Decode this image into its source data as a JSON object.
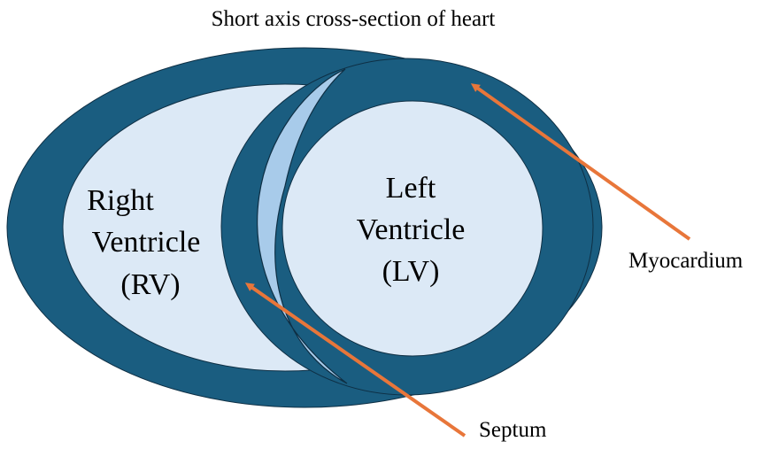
{
  "title": "Short axis cross-section of heart",
  "rv": {
    "lines": [
      "Right",
      "Ventricle",
      "(RV)"
    ]
  },
  "lv": {
    "lines": [
      "Left",
      "Ventricle",
      "(LV)"
    ]
  },
  "annotations": {
    "myocardium": "Myocardium",
    "septum": "Septum"
  },
  "colors": {
    "myocardium": "#1a5d80",
    "chamber": "#dce9f6",
    "septum": "#a8cbea",
    "arrow": "#e8763a",
    "outline": "#0e2f44"
  }
}
